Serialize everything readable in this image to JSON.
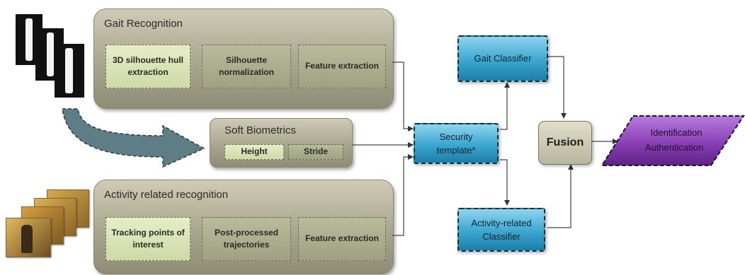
{
  "gait_group": {
    "title": "Gait Recognition",
    "steps": [
      "3D silhouette hull extraction",
      "Silhouette normalization",
      "Feature extraction"
    ]
  },
  "soft_biometrics": {
    "title": "Soft Biometrics",
    "items": [
      "Height",
      "Stride"
    ]
  },
  "activity_group": {
    "title": "Activity related recognition",
    "steps": [
      "Tracking points of interest",
      "Post-processed trajectories",
      "Feature extraction"
    ]
  },
  "security_template": "Security template*",
  "gait_classifier": "Gait Classifier",
  "activity_classifier": "Activity-related Classifier",
  "fusion": "Fusion",
  "output": [
    "Identification",
    "Authentication"
  ],
  "colors": {
    "panel": "#a9a68f",
    "step_light": "#d6dfae",
    "step_dark": "#a8ab8b",
    "classifier_blue": "#3aa6cf",
    "output_purple": "#8a3fb5",
    "flow_arrow": "#5f7d86"
  }
}
